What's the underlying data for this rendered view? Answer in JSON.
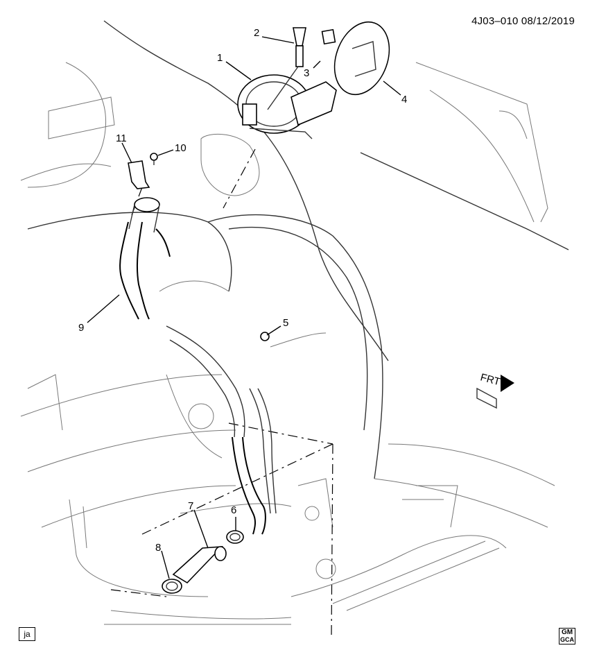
{
  "header": {
    "ref": "4J03–010  08/12/2019"
  },
  "direction_marker": {
    "label": "FRT"
  },
  "callouts": [
    "1",
    "2",
    "3",
    "4",
    "5",
    "6",
    "7",
    "8",
    "9",
    "10",
    "11"
  ],
  "footer": {
    "left_badge": "ja",
    "right_badge_top": "GM",
    "right_badge_bottom": "GCA"
  }
}
